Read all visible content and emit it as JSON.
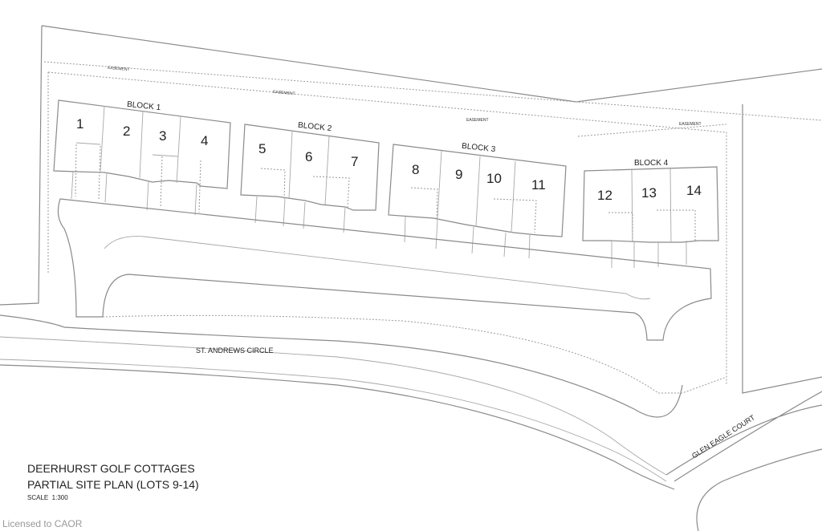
{
  "title": "DEERHURST GOLF COTTAGES",
  "subtitle": "PARTIAL SITE PLAN (LOTS 9-14)",
  "scale": "SCALE  1:300",
  "watermark": "Licensed to CAOR",
  "easements": [
    "EASEMENT",
    "EASEMENT",
    "EASEMENT",
    "EASEMENT"
  ],
  "blocks": [
    {
      "label": "BLOCK 1",
      "lots": [
        "1",
        "2",
        "3",
        "4"
      ]
    },
    {
      "label": "BLOCK 2",
      "lots": [
        "5",
        "6",
        "7"
      ]
    },
    {
      "label": "BLOCK 3",
      "lots": [
        "8",
        "9",
        "10",
        "11"
      ]
    },
    {
      "label": "BLOCK 4",
      "lots": [
        "12",
        "13",
        "14"
      ]
    }
  ],
  "roads": {
    "main": "ST. ANDREWS CIRCLE",
    "court": "GLEN EAGLE COURT"
  }
}
